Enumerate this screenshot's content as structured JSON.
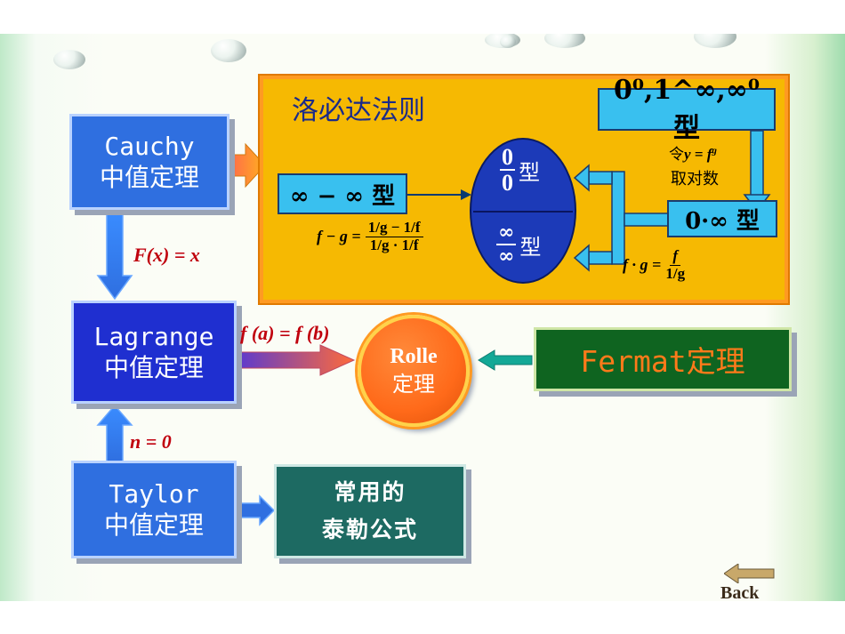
{
  "cauchy": {
    "line1": "Cauchy",
    "line2": "中值定理"
  },
  "lagrange": {
    "line1": "Lagrange",
    "line2": "中值定理"
  },
  "taylor": {
    "line1": "Taylor",
    "line2": "中值定理"
  },
  "taylor_formula": {
    "line1": "常用的",
    "line2": "泰勒公式"
  },
  "rolle": {
    "line1": "Rolle",
    "line2": "定理"
  },
  "fermat": {
    "label": "Fermat定理"
  },
  "cond_cauchy": "F(x) = x",
  "cond_rolle": "f (a) = f (b)",
  "cond_taylor": "n = 0",
  "panel": {
    "title": "洛必达法则",
    "forms_exp": "0⁰,1^∞,∞⁰ 型",
    "inf_minus_inf": "∞ − ∞ 型",
    "zero_zero_num": "0",
    "zero_zero_den": "0",
    "zero_zero_type": "型",
    "inf_inf_num": "∞",
    "inf_inf_den": "∞",
    "inf_inf_type": "型",
    "zero_times_inf": "0·∞ 型",
    "let_text": "令",
    "let_expr": "y = f",
    "let_sup": "g",
    "take_log": "取对数",
    "fmg_lhs": "f − g =",
    "fmg_num": "1/g − 1/f",
    "fmg_den": "1/g · 1/f",
    "fg_lhs": "f · g =",
    "fg_num": "f",
    "fg_den": "1/g"
  },
  "back_label": "Back",
  "colors": {
    "blue": "#2f6fe0",
    "dark_blue": "#1f2fd0",
    "teal": "#1d6a62",
    "green": "#0f6420",
    "panel": "#f6b902",
    "orange": "#ff6a1a",
    "red_text": "#c0000d"
  }
}
